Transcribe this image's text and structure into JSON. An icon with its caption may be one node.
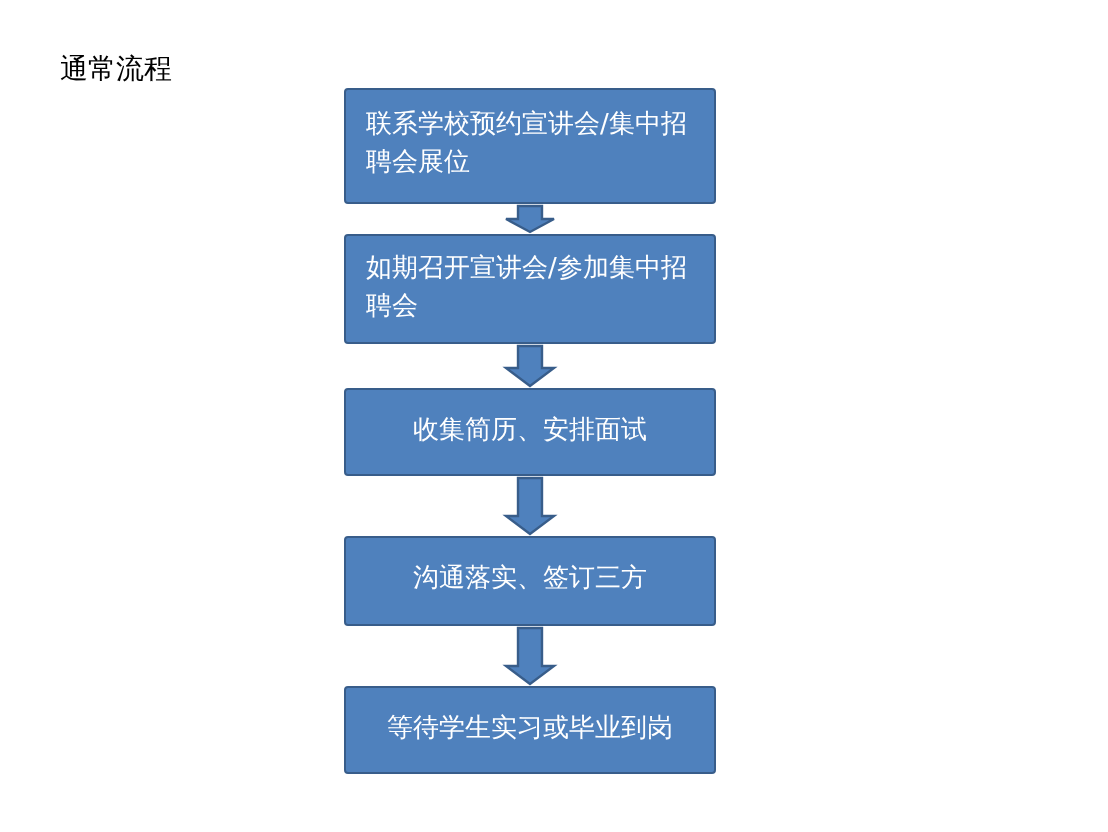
{
  "diagram": {
    "title": "通常流程",
    "nodes": [
      {
        "text": [
          "联系学校预约宣讲会/集中招聘会展位"
        ]
      },
      {
        "text": [
          "如期召开宣讲会/参加集中招聘会"
        ]
      },
      {
        "text": [
          "收集简历、安排面试"
        ]
      },
      {
        "text": [
          "沟通落实、签订三方"
        ]
      },
      {
        "text": [
          "等待学生实习或毕业到岗"
        ]
      }
    ],
    "edges": [
      {
        "from": 0,
        "to": 1,
        "arrow": "to"
      },
      {
        "from": 1,
        "to": 2,
        "arrow": "to"
      },
      {
        "from": 2,
        "to": 3,
        "arrow": "to"
      },
      {
        "from": 3,
        "to": 4,
        "arrow": "to"
      }
    ]
  }
}
